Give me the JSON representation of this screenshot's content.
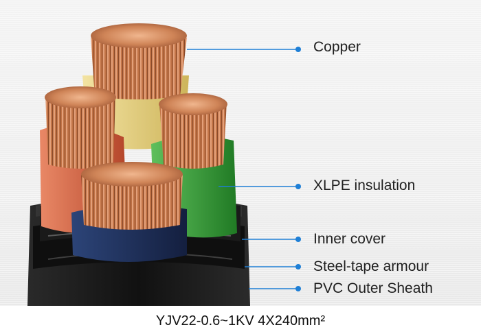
{
  "labels": {
    "copper": "Copper",
    "xlpe": "XLPE insulation",
    "inner_cover": "Inner cover",
    "steel_tape": "Steel-tape armour",
    "pvc_sheath": "PVC Outer Sheath"
  },
  "caption": "YJV22-0.6~1KV 4X240mm²",
  "colors": {
    "leader_line": "#1e7fd6",
    "copper": "#c87a4a",
    "yellow_insulation": "#e8d57a",
    "red_insulation": "#d4603e",
    "green_insulation": "#3c9a3c",
    "blue_insulation": "#1e2f5c",
    "outer_sheath": "#1c1c1c"
  }
}
